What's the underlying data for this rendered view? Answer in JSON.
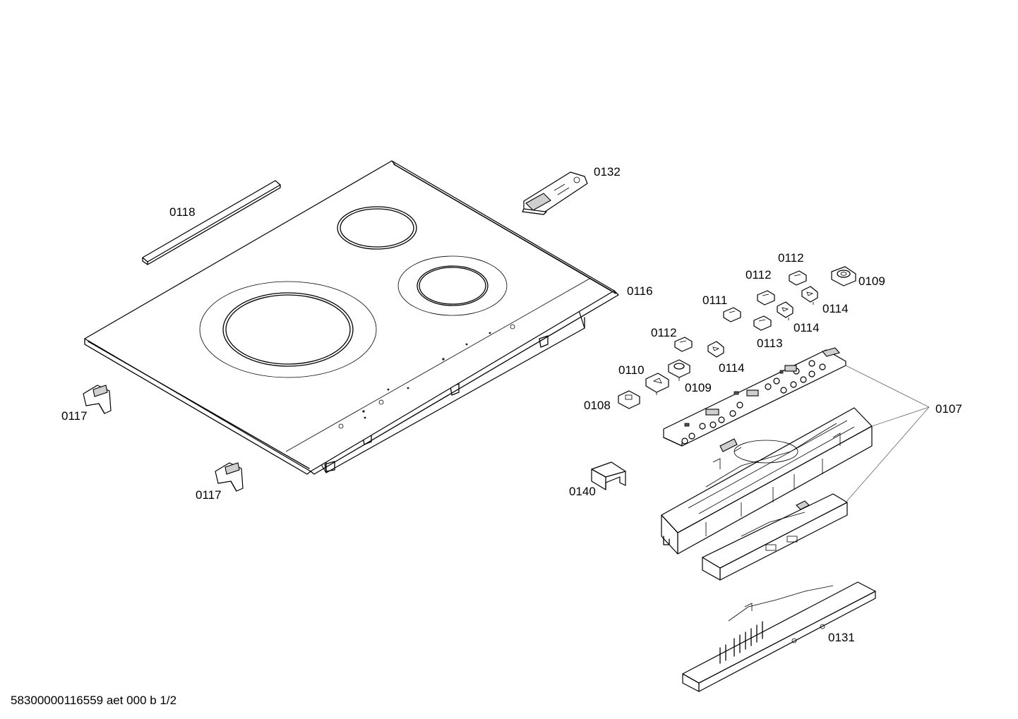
{
  "labels": {
    "p0132": "0132",
    "p0118": "0118",
    "p0116": "0116",
    "p0117a": "0117",
    "p0117b": "0117",
    "p0112a": "0112",
    "p0112b": "0112",
    "p0109a": "0109",
    "p0111": "0111",
    "p0114a": "0114",
    "p0114b": "0114",
    "p0113": "0113",
    "p0112c": "0112",
    "p0114c": "0114",
    "p0110": "0110",
    "p0109b": "0109",
    "p0108": "0108",
    "p0107": "0107",
    "p0140": "0140",
    "p0131": "0131"
  },
  "footer": "58300000116559 aet 000 b 1/2"
}
